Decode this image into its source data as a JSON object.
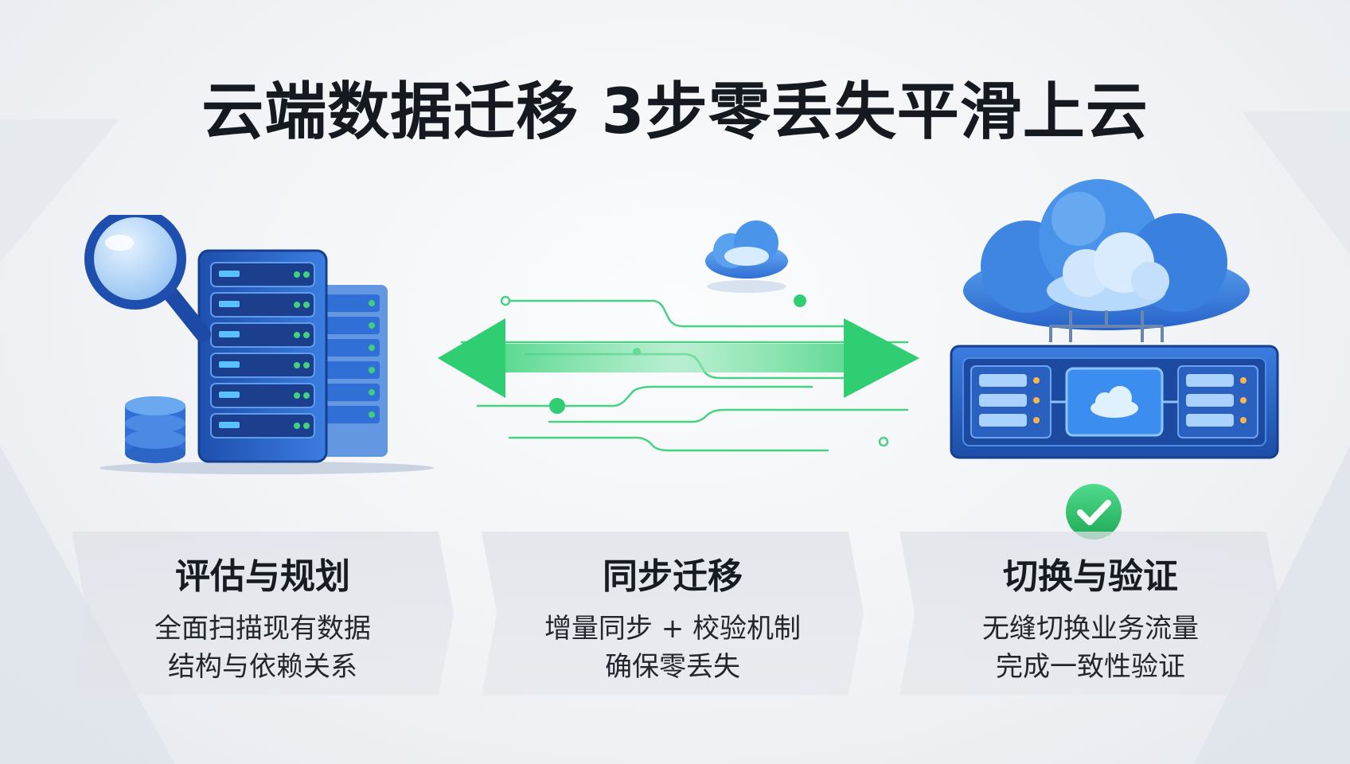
{
  "header": {
    "title": "云端数据迁移 3步零丢失平滑上云"
  },
  "steps": [
    {
      "title": "评估与规划",
      "desc_line1": "全面扫描现有数据",
      "desc_line2": "结构与依赖关系",
      "icon": "server-scan-icon"
    },
    {
      "title": "同步迁移",
      "desc_line1": "增量同步 + 校验机制",
      "desc_line2": "确保零丢失",
      "icon": "sync-arrows-icon"
    },
    {
      "title": "切换与验证",
      "desc_line1": "无缝切换业务流量",
      "desc_line2": "完成一致性验证",
      "icon": "cloud-server-icon"
    }
  ],
  "colors": {
    "primary_blue": "#2f6fd6",
    "accent_green": "#2fce72",
    "title_dark": "#141a1f"
  }
}
